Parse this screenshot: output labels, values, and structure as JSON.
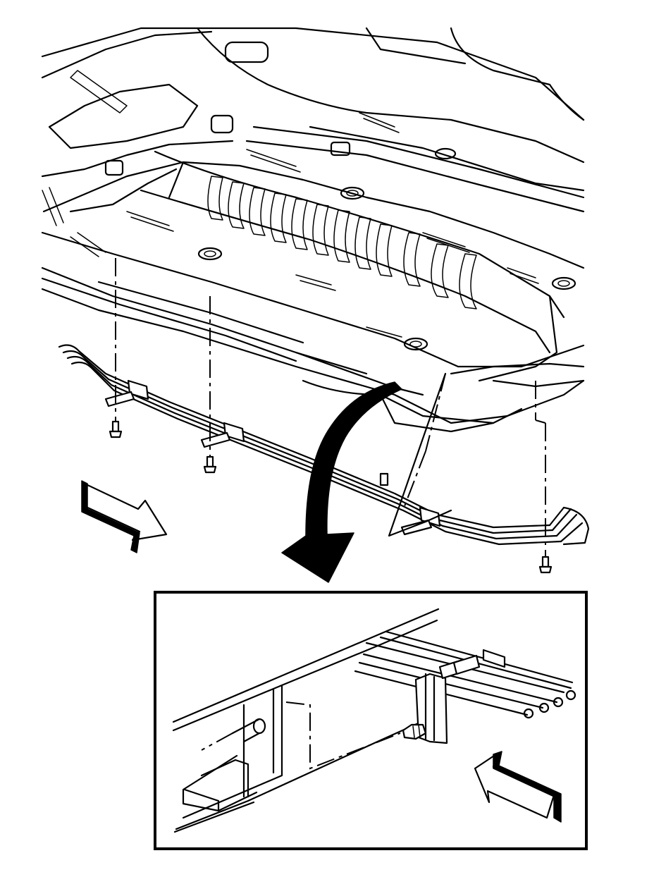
{
  "figure": {
    "main_view": "underbody-fuel-brake-line-assembly",
    "detail_view": "clip-retainer-detail",
    "direction_arrows": 2,
    "fastener_count": 3
  }
}
